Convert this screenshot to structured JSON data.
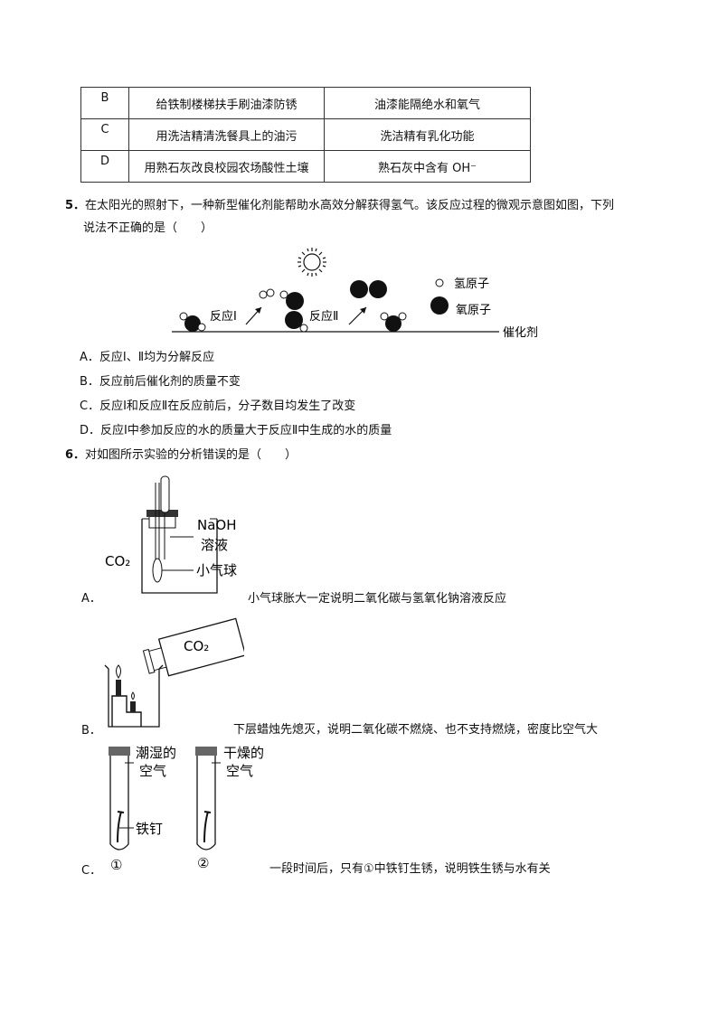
{
  "table": {
    "rows": [
      {
        "letter": "B",
        "action": "给铁制楼梯扶手刷油漆防锈",
        "reason": "油漆能隔绝水和氧气"
      },
      {
        "letter": "C",
        "action": "用洗洁精清洗餐具上的油污",
        "reason": "洗洁精有乳化功能"
      },
      {
        "letter": "D",
        "action": "用熟石灰改良校园农场酸性土壤",
        "reason": "熟石灰中含有 OH⁻"
      }
    ]
  },
  "q5": {
    "number": "5．",
    "stem_line1": "在太阳光的照射下，一种新型催化剂能帮助水高效分解获得氢气。该反应过程的微观示意图如图，下列",
    "stem_line2": "说法不正确的是（　　）",
    "diagram": {
      "reaction1": "反应Ⅰ",
      "reaction2": "反应Ⅱ",
      "legend_h": "氢原子",
      "legend_o": "氧原子",
      "catalyst": "催化剂"
    },
    "options": [
      "A．反应Ⅰ、Ⅱ均为分解反应",
      "B．反应前后催化剂的质量不变",
      "C．反应Ⅰ和反应Ⅱ在反应前后，分子数目均发生了改变",
      "D．反应Ⅰ中参加反应的水的质量大于反应Ⅱ中生成的水的质量"
    ]
  },
  "q6": {
    "number": "6．",
    "stem": "对如图所示实验的分析错误的是（　　）",
    "A": {
      "label": "A．",
      "fig_naoh": "NaOH",
      "fig_solution": "溶液",
      "fig_co2": "CO₂",
      "fig_balloon": "小气球",
      "text": "小气球胀大一定说明二氧化碳与氢氧化钠溶液反应"
    },
    "B": {
      "label": "B．",
      "fig_co2": "CO₂",
      "text": "下层蜡烛先熄灭，说明二氧化碳不燃烧、也不支持燃烧，密度比空气大"
    },
    "C": {
      "label": "C．",
      "fig_wet1": "潮湿的",
      "fig_wet2": "空气",
      "fig_dry1": "干燥的",
      "fig_dry2": "空气",
      "fig_nail": "铁钉",
      "fig_tube1": "①",
      "fig_tube2": "②",
      "text": "一段时间后，只有①中铁钉生锈，说明铁生锈与水有关"
    }
  }
}
